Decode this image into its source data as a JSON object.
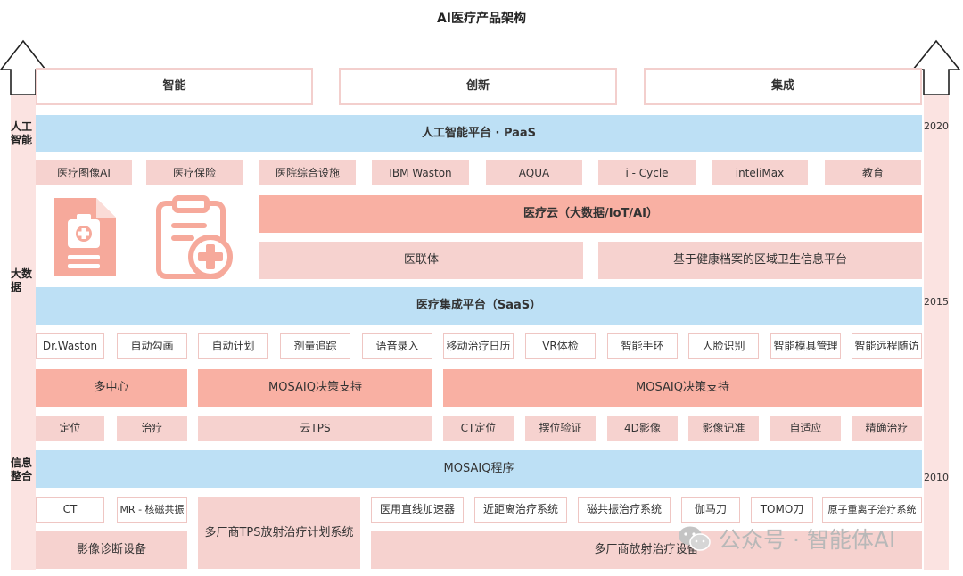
{
  "title": "AI医疗产品架构",
  "top_labels": [
    "智能",
    "创新",
    "集成"
  ],
  "side_labels": [
    "人工\n智能",
    "大数\n据",
    "信息\n整合"
  ],
  "years": [
    "2020",
    "2015",
    "2010"
  ],
  "ai_platform": "人工智能平台 · PaaS",
  "ai_apps": [
    "医疗图像AI",
    "医疗保险",
    "医院综合设施",
    "IBM Waston",
    "AQUA",
    "i - Cycle",
    "inteliMax",
    "教育"
  ],
  "medical_cloud": "医疗云（大数据/IoT/AI）",
  "cloud_subs": [
    "医联体",
    "基于健康档案的区域卫生信息平台"
  ],
  "integration_platform": "医疗集成平台（SaaS）",
  "saas_tools": [
    "Dr.Waston",
    "自动勾画",
    "自动计划",
    "剂量追踪",
    "语音录入",
    "移动治疗日历",
    "VR体检",
    "智能手环",
    "人脸识别",
    "智能模具管理",
    "智能远程随访"
  ],
  "row_mid": [
    "多中心",
    "MOSAIQ决策支持",
    "MOSAIQ决策支持"
  ],
  "row_functions": [
    "定位",
    "治疗",
    "云TPS",
    "CT定位",
    "摆位验证",
    "4D影像",
    "影像记准",
    "自适应",
    "精确治疗"
  ],
  "mosaiq_program": "MOSAIQ程序",
  "devices": [
    "CT",
    "MR - 核磁共振",
    "医用直线加速器",
    "近距离治疗系统",
    "磁共振治疗系统",
    "伽马刀",
    "TOMO刀",
    "原子重离子治疗系统"
  ],
  "bottom": [
    "影像诊断设备",
    "多厂商TPS放射治疗计划系统",
    "多厂商放射治疗设备"
  ],
  "watermark": "公众号 · 智能体AI",
  "icons": [
    "medical-document-icon",
    "clipboard-plus-icon",
    "wechat-icon"
  ],
  "colors": {
    "light_pink": "#f6d2cf",
    "salmon": "#f9b0a3",
    "light_blue": "#bde0f5",
    "arrow_fill": "#f8d8d5"
  }
}
